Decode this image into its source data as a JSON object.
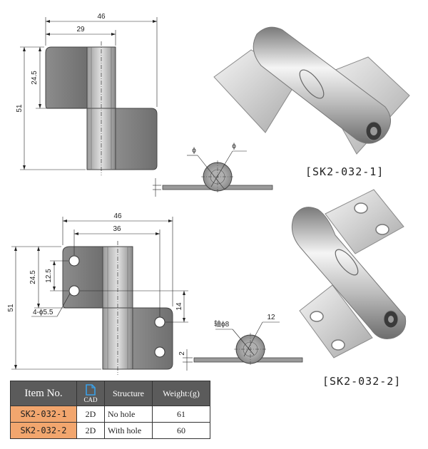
{
  "drawing1": {
    "dim_total": "46",
    "dim_leaf": "29",
    "dim_height": "51",
    "dim_half": "24.5",
    "phi_a": "ϕ",
    "phi_b": "ϕ"
  },
  "drawing2": {
    "dim_total": "46",
    "dim_inner": "36",
    "dim_height": "51",
    "dim_half": "24.5",
    "dim_hole": "12.5",
    "dim_right": "14",
    "holes": "4-ϕ5.5",
    "axis": "轴ϕ8",
    "dim_12": "12",
    "dim_2": "2"
  },
  "labels": {
    "model1": "[SK2-032-1]",
    "model2": "[SK2-032-2]"
  },
  "table": {
    "headers": {
      "item": "Item No.",
      "cad": "CAD",
      "structure": "Structure",
      "weight": "Weight:(g)"
    },
    "rows": [
      {
        "item": "SK2-032-1",
        "cad": "2D",
        "structure": "No hole",
        "weight": "61"
      },
      {
        "item": "SK2-032-2",
        "cad": "2D",
        "structure": "With hole",
        "weight": "60"
      }
    ]
  },
  "colors": {
    "steel_dark": "#7d7d7d",
    "steel_light": "#d8d8d8",
    "table_header": "#5b5b5b",
    "item_cell": "#f2a66e",
    "cad_icon": "#3aa0e8"
  }
}
